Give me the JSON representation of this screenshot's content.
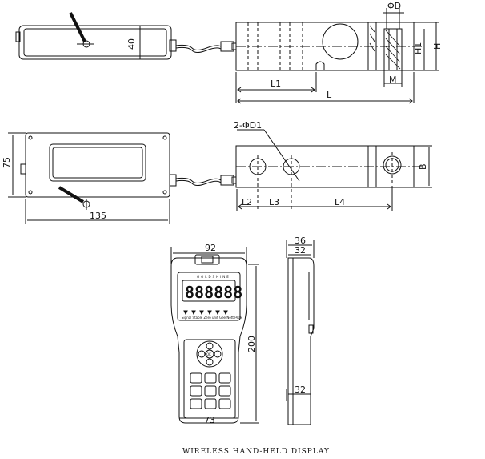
{
  "dims": {
    "top_height": "40",
    "phiD": "ΦD",
    "H1": "H1",
    "H": "H",
    "L1": "L1",
    "M": "M",
    "L": "L",
    "holes": "2-ΦD1",
    "side_75": "75",
    "side_135": "135",
    "B": "B",
    "L2": "L2",
    "L3": "L3",
    "L4": "L4",
    "width_92": "92",
    "height_200": "200",
    "bottom_73": "73",
    "depth_36": "36",
    "depth_32_top": "32",
    "depth_32_bottom": "32"
  },
  "display": {
    "brand": "GOLDSHINE",
    "readout": "888888",
    "indicator_labels": "Signal Stable Zero unit Gee/Nett Peak",
    "keypad_center": "OK"
  },
  "caption": "WIRELESS HAND-HELD DISPLAY"
}
